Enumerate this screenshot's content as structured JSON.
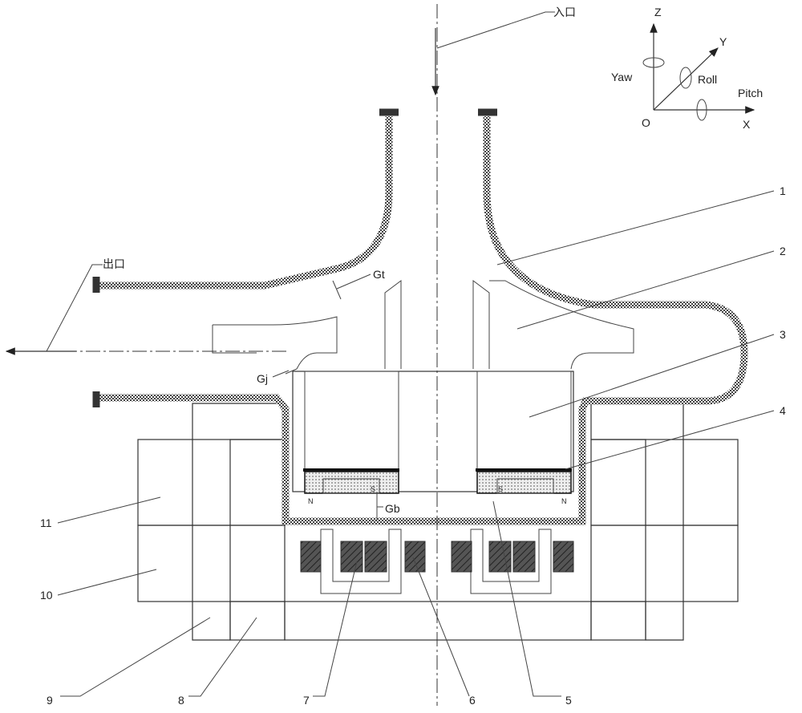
{
  "flow": {
    "inlet": "入口",
    "outlet": "出口"
  },
  "axes": {
    "z": "Z",
    "y": "Y",
    "x": "X",
    "origin": "O",
    "yaw": "Yaw",
    "roll": "Roll",
    "pitch": "Pitch"
  },
  "gaps": {
    "gt": "Gt",
    "gj": "Gj",
    "gb": "Gb"
  },
  "poles": {
    "n": "N",
    "s": "S"
  },
  "parts": [
    "1",
    "2",
    "3",
    "4",
    "5",
    "6",
    "7",
    "8",
    "9",
    "10",
    "11"
  ]
}
